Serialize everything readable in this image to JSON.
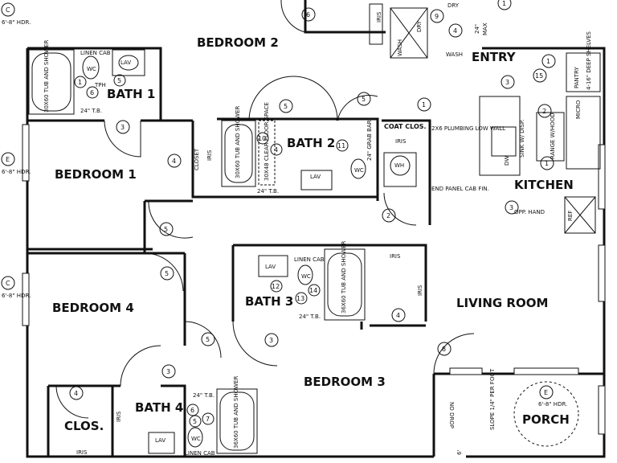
{
  "rooms": {
    "bedroom2": "BEDROOM 2",
    "bedroom1": "BEDROOM 1",
    "bedroom4": "BEDROOM 4",
    "bedroom3": "BEDROOM 3",
    "bath1": "BATH 1",
    "bath2": "BATH 2",
    "bath3": "BATH 3",
    "bath4": "BATH 4",
    "entry": "ENTRY",
    "kitchen": "KITCHEN",
    "living": "LIVING ROOM",
    "porch": "PORCH",
    "clos": "CLOS."
  },
  "labels": {
    "tub1": "30X60 TUB AND SHOWER",
    "tub2": "30X60 TUB AND SHOWER",
    "tub3": "36X60 TUB AND SHOWER",
    "tub4": "36X60 TUB AND SHOWER",
    "linen_cab": "LINEN CAB",
    "lav": "LAV",
    "wc": "WC",
    "tb24": "24\" T.B.",
    "tph": "TPH",
    "closet": "CLOSET",
    "coat_clos": "COAT CLOS.",
    "plumbing": "2X6 PLUMBING LOW WALL",
    "end_panel": "END PANEL CAB FIN.",
    "dw": "DW",
    "sink": "SINK W/ DISP.",
    "range": "RANGE W/HOOD",
    "ref": "REF",
    "micro": "MICRO",
    "pantry": "PANTRY",
    "shelves": "4-16\" DEEP SHELVES",
    "opp_hand": "OPP. HAND",
    "wash": "WASH",
    "dry": "DRY",
    "max": "MAX",
    "max_dim": "24\"",
    "no_drop": "NO DROP",
    "slope": "SLOPE 1/4\" PER FOOT",
    "iris": "IRIS",
    "grab_bar": "24\" GRAB BAR",
    "clear_floor": "30X48 CLEAR FLOOR SPACE",
    "wh": "WH",
    "hdr": "6'-8\" HDR.",
    "dim_6": "6'"
  },
  "tags": {
    "c": "C",
    "e": "E",
    "n1": "1",
    "n2": "2",
    "n3": "3",
    "n4": "4",
    "n5": "5",
    "n6": "6",
    "n7": "7",
    "n8": "8",
    "n9": "9",
    "n10": "10",
    "n11": "11",
    "n12": "12",
    "n13": "13",
    "n14": "14",
    "n15": "15"
  }
}
